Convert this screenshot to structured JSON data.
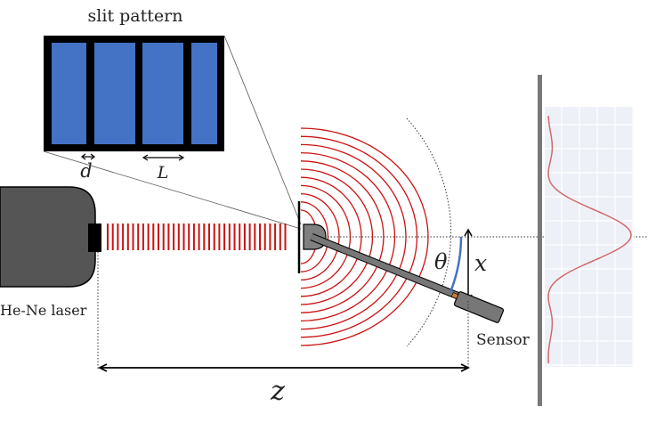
{
  "labels": {
    "slit_pattern": "slit pattern",
    "d": "d",
    "L": "L",
    "laser": "He-Ne laser",
    "theta": "θ",
    "x": "x",
    "sensor": "Sensor",
    "z": "z"
  },
  "colors": {
    "laser_body": "#555555",
    "slit_blue": "#4472c4",
    "beam_red": "#cc1111",
    "wave_red": "#cc1111",
    "arm_gray": "#777777",
    "theta_arc": "#4472c4",
    "screen": "#777777",
    "intensity_curve": "#d06a6a",
    "grid_bg": "#eef0f8",
    "grid_line": "#ffffff"
  }
}
